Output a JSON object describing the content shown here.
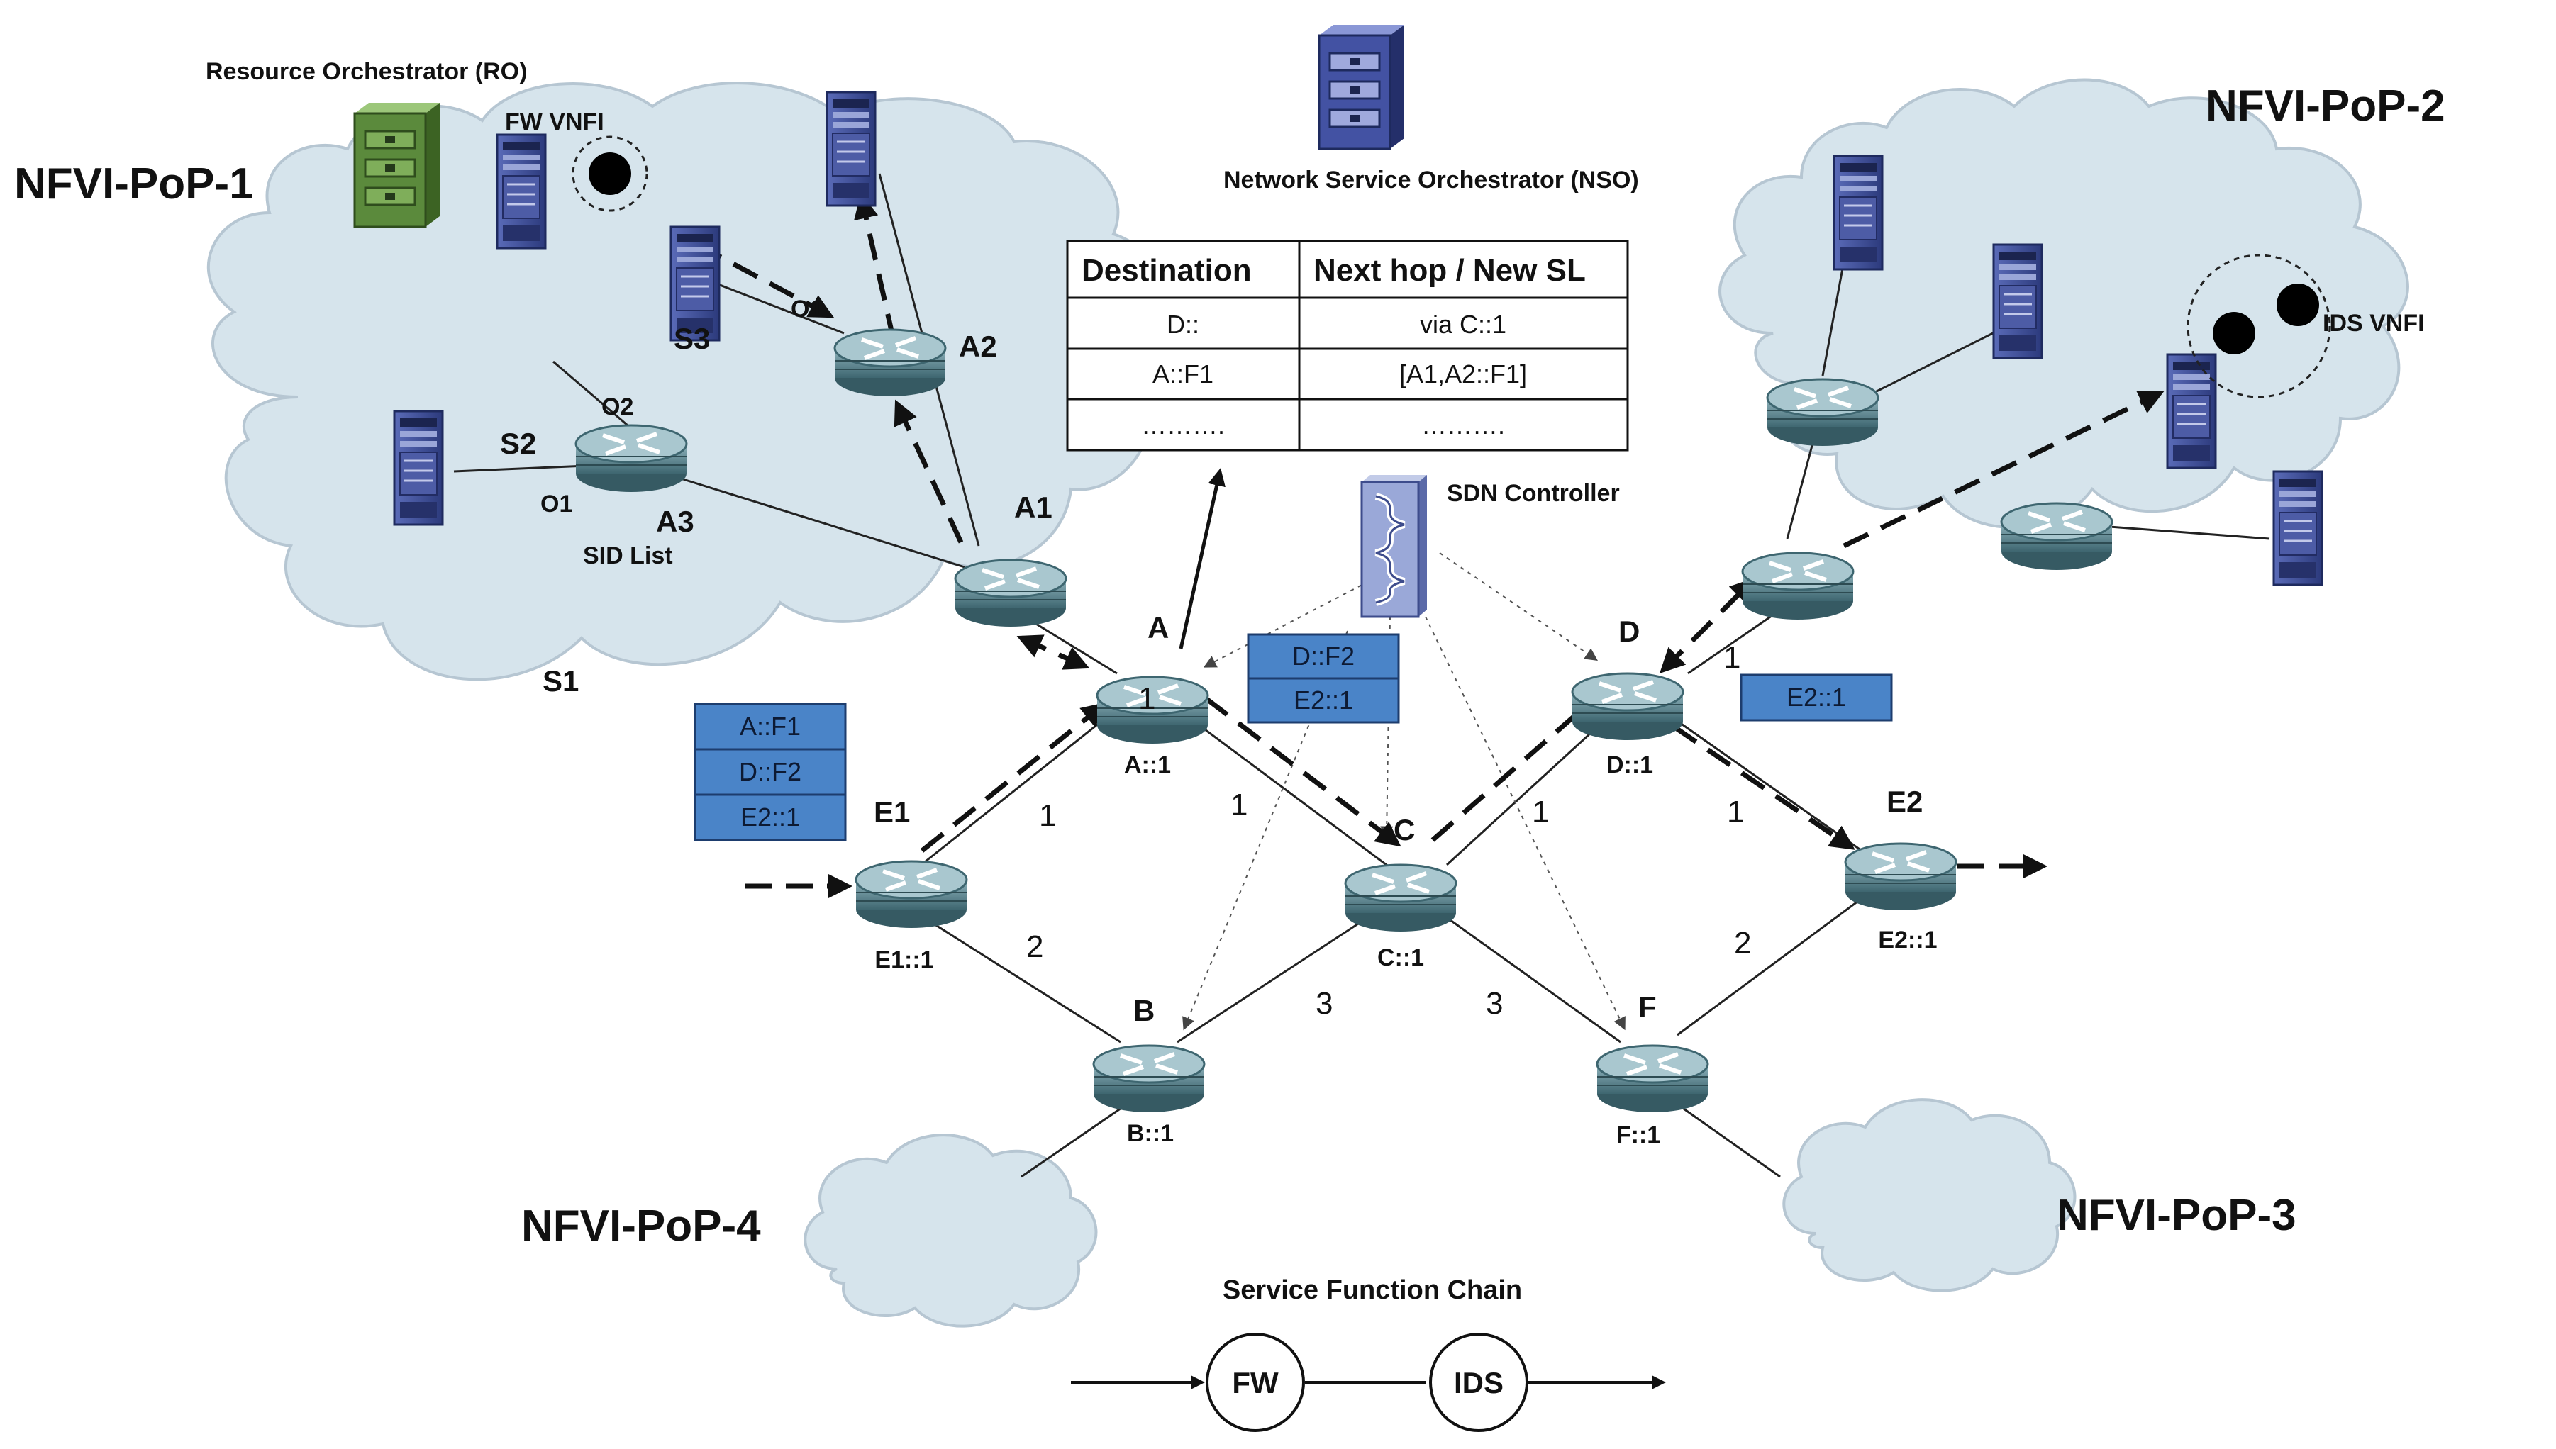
{
  "pops": {
    "pop1": "NFVI-PoP-1",
    "pop2": "NFVI-PoP-2",
    "pop3": "NFVI-PoP-3",
    "pop4": "NFVI-PoP-4"
  },
  "orchestrators": {
    "ro": "Resource Orchestrator (RO)",
    "nso": "Network Service Orchestrator (NSO)",
    "sdn": "SDN Controller"
  },
  "vnfi": {
    "fw": "FW VNFI",
    "ids": "IDS VNFI"
  },
  "pop1_labels": {
    "s1": "S1",
    "s2": "S2",
    "s3": "S3",
    "a1": "A1",
    "a2": "A2",
    "a3": "A3",
    "o1_upper": "O1",
    "o1_lower": "O1",
    "o2": "O2",
    "sid_list": "SID List"
  },
  "routers": {
    "A": {
      "name": "A",
      "sid": "A::1"
    },
    "B": {
      "name": "B",
      "sid": "B::1"
    },
    "C": {
      "name": "C",
      "sid": "C::1"
    },
    "D": {
      "name": "D",
      "sid": "D::1"
    },
    "E1": {
      "name": "E1",
      "sid": "E1::1"
    },
    "E2": {
      "name": "E2",
      "sid": "E2::1"
    },
    "F": {
      "name": "F",
      "sid": "F::1"
    }
  },
  "link_costs": {
    "e1_a": "1",
    "a_c": "1",
    "c_d": "1",
    "d_e2": "1",
    "e1_b": "2",
    "b_c": "3",
    "c_f": "3",
    "f_e2": "2",
    "a_in": "1",
    "d_in": "1"
  },
  "sid_lists": {
    "e1_stack": [
      "A::F1",
      "D::F2",
      "E2::1"
    ],
    "a_stack": [
      "D::F2",
      "E2::1"
    ],
    "d_stack": [
      "E2::1"
    ]
  },
  "routing_table": {
    "headers": [
      "Destination",
      "Next hop / New SL"
    ],
    "rows": [
      [
        "D::",
        "via C::1"
      ],
      [
        "A::F1",
        "[A1,A2::F1]"
      ],
      [
        "……….",
        "………."
      ]
    ]
  },
  "sfc": {
    "title": "Service Function Chain",
    "functions": [
      "FW",
      "IDS"
    ]
  },
  "colors": {
    "cloud_fill": "#d6e4ec",
    "sid_box": "#4a84c8",
    "router_body": "#4e7b87",
    "server_body": "#3f4f9a",
    "ro_cabinet": "#5b8a3c"
  }
}
